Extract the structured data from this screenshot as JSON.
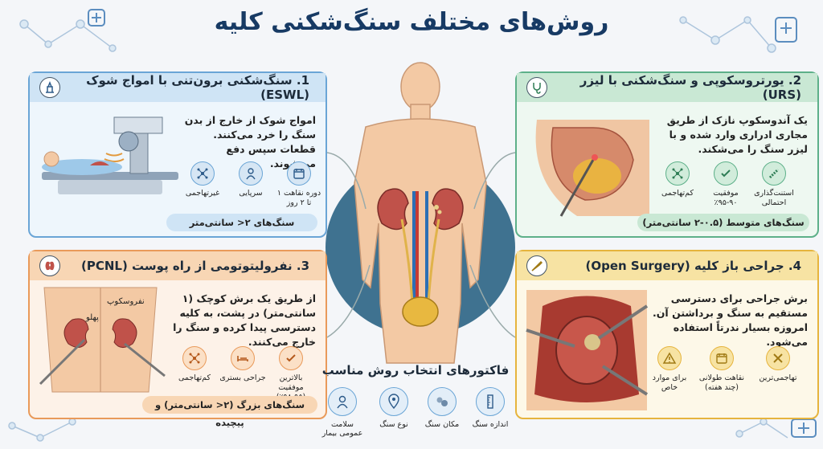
{
  "title": "روش‌های مختلف سنگ‌شکنی کلیه",
  "cards": {
    "eswl": {
      "title": "1. سنگ‌شکنی برون‌تنی با امواج شوک (ESWL)",
      "desc": "امواج شوک از خارج از بدن سنگ را خرد می‌کنند. قطعات سپس دفع می‌شوند.",
      "features": [
        {
          "label": "دوره نقاهت ۱ تا ۲ روز",
          "icon": "calendar-icon"
        },
        {
          "label": "سرپایی",
          "icon": "outpatient-person-icon"
        },
        {
          "label": "غیرتهاجمی",
          "icon": "network-nodes-icon"
        }
      ],
      "footer": "سنگ‌های ۲< سانتی‌متر"
    },
    "urs": {
      "title": "2. یورتروسکوپی و سنگ‌شکنی با لیزر (URS)",
      "desc": "یک آندوسکوپ نازک از طریق مجاری ادراری وارد شده و با لیزر سنگ را می‌شکند.",
      "features": [
        {
          "label": "استنت‌گذاری احتمالی",
          "icon": "stent-icon"
        },
        {
          "label": "موفقیت ۹۰-۹۵٪",
          "icon": "checkmark-icon"
        },
        {
          "label": "کم‌تهاجمی",
          "icon": "network-nodes-icon"
        }
      ],
      "footer": "سنگ‌های متوسط (۰.۵-۲ سانتی‌متر)"
    },
    "pcnl": {
      "title": "3. نفرولیتوتومی از راه پوست (PCNL)",
      "desc": "از طریق یک برش کوچک (۱ سانتی‌متر) در پشت، به کلیه دسترسی پیدا کرده و سنگ را خارج می‌کنند.",
      "features": [
        {
          "label": "بالاترین موفقیت (۹۵-۹۸٪)",
          "icon": "checkmark-icon"
        },
        {
          "label": "جراحی بستری",
          "icon": "hospital-bed-icon"
        },
        {
          "label": "کم‌تهاجمی",
          "icon": "network-nodes-icon"
        }
      ],
      "illus_labels": {
        "nephroscope": "نفروسکوپ",
        "flank": "پهلو"
      },
      "footer": "سنگ‌های بزرگ (۲< سانتی‌متر) و پیچیده"
    },
    "open": {
      "title": "4. جراحی باز کلیه (Open Surgery)",
      "desc": "برش جراحی برای دسترسی مستقیم به سنگ و برداشتن آن. امروزه بسیار ندرتاً استفاده می‌شود.",
      "features": [
        {
          "label": "تهاجمی‌ترین",
          "icon": "alert-icon"
        },
        {
          "label": "نقاهت طولانی (چند هفته)",
          "icon": "calendar-icon"
        },
        {
          "label": "برای موارد خاص",
          "icon": "warning-icon"
        }
      ]
    }
  },
  "factors": {
    "title": "فاکتورهای انتخاب روش مناسب",
    "items": [
      {
        "label": "اندازه سنگ",
        "icon": "ruler-icon"
      },
      {
        "label": "مکان سنگ",
        "icon": "stones-icon"
      },
      {
        "label": "نوع سنگ",
        "icon": "location-pin-icon"
      },
      {
        "label": "سلامت عمومی بیمار",
        "icon": "doctor-icon"
      }
    ]
  },
  "colors": {
    "eswl": "#6aa5d6",
    "urs": "#5db089",
    "pcnl": "#e99a5a",
    "open": "#e6b43d",
    "title": "#173a64",
    "body_skin": "#f3c9a4",
    "kidney": "#c0524a"
  }
}
